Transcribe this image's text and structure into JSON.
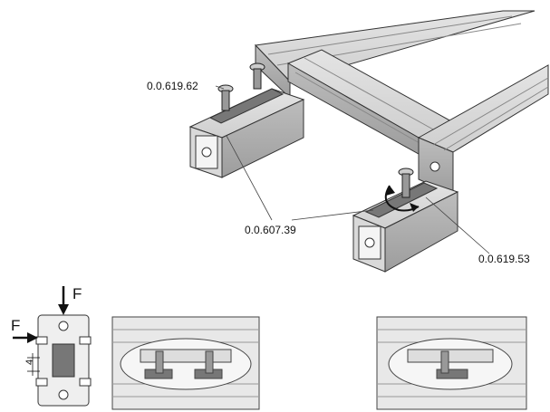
{
  "labels": {
    "part_top": "0.0.619.62",
    "part_middle": "0.0.607.39",
    "part_right": "0.0.619.53"
  },
  "force_labels": {
    "vertical": "F",
    "horizontal": "F"
  },
  "dimension": "4"
}
